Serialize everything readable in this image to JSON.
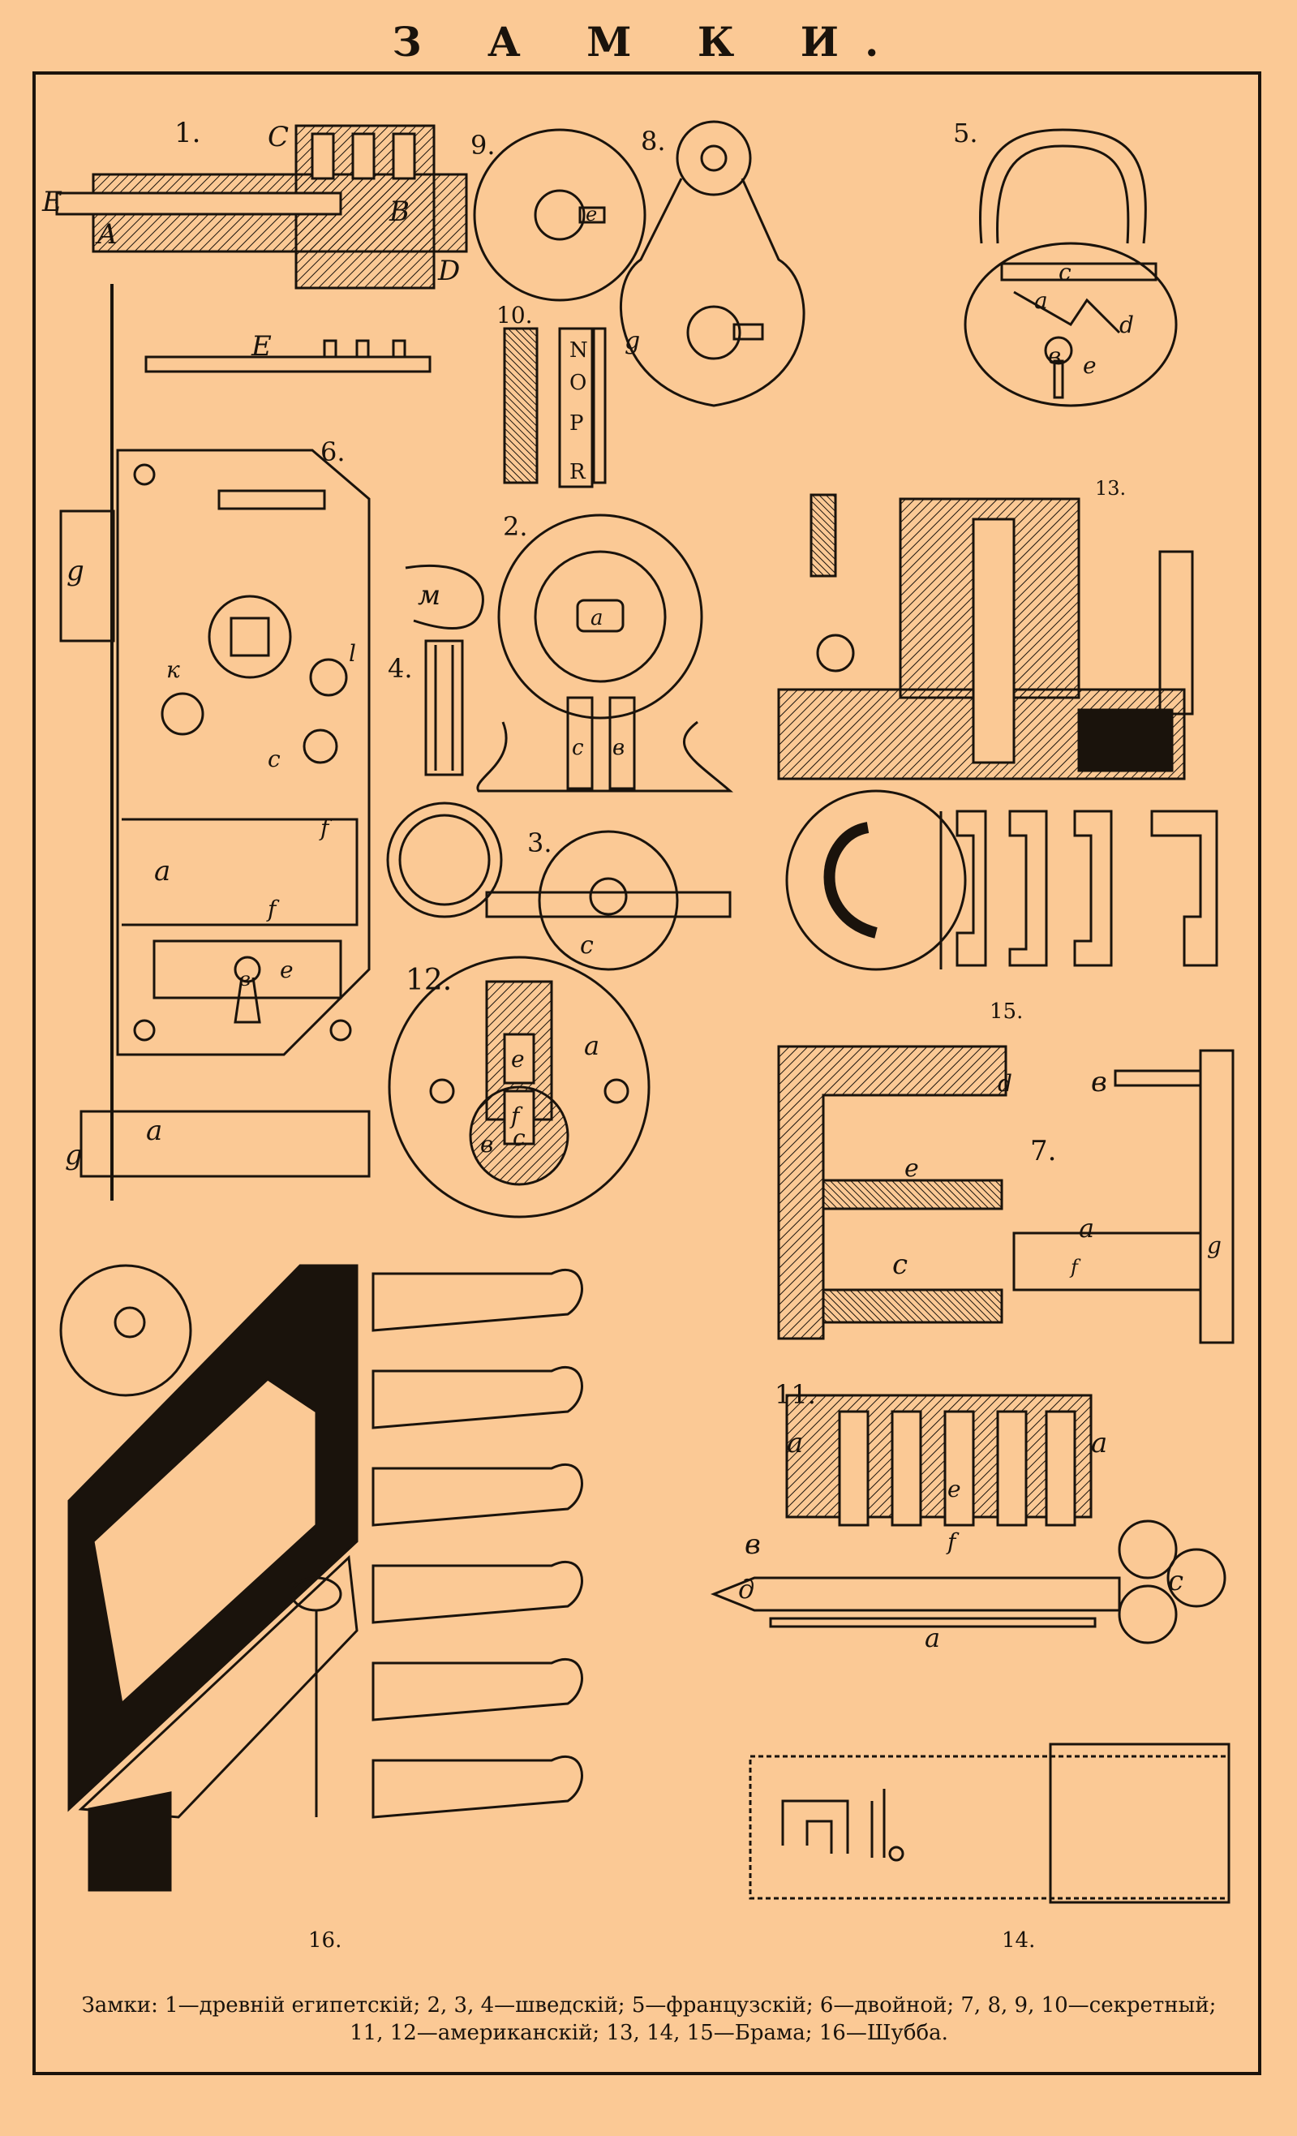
{
  "page": {
    "title": "З А М К И."
  },
  "figures": [
    {
      "id": "fig-1",
      "number": "1.",
      "letters": [
        "C",
        "E",
        "A",
        "B",
        "D"
      ]
    },
    {
      "id": "fig-e-bar",
      "letters": [
        "E"
      ]
    },
    {
      "id": "fig-9",
      "number": "9.",
      "letters": [
        "e"
      ]
    },
    {
      "id": "fig-8",
      "number": "8.",
      "letters": [
        "g"
      ]
    },
    {
      "id": "fig-10",
      "number": "10.",
      "letters": [
        "N",
        "O",
        "P",
        "R"
      ]
    },
    {
      "id": "fig-5",
      "number": "5.",
      "letters": [
        "c",
        "a",
        "d",
        "в",
        "e"
      ]
    },
    {
      "id": "fig-6",
      "number": "6.",
      "letters": [
        "g",
        "м",
        "к",
        "l",
        "c",
        "f",
        "a",
        "f",
        "e",
        "в",
        "a",
        "g"
      ]
    },
    {
      "id": "fig-2",
      "number": "2.",
      "letters": [
        "a",
        "c",
        "в"
      ]
    },
    {
      "id": "fig-4",
      "number": "4."
    },
    {
      "id": "fig-3",
      "number": "3.",
      "letters": [
        "c"
      ]
    },
    {
      "id": "fig-12",
      "number": "12.",
      "letters": [
        "e",
        "a",
        "в",
        "f",
        "c"
      ]
    },
    {
      "id": "fig-13",
      "number": "13."
    },
    {
      "id": "fig-15",
      "number": "15."
    },
    {
      "id": "fig-7",
      "number": "7.",
      "letters": [
        "d",
        "в",
        "e",
        "a",
        "f",
        "g",
        "c"
      ]
    },
    {
      "id": "fig-11",
      "number": "11.",
      "letters": [
        "a",
        "a",
        "e",
        "в",
        "f",
        "c",
        "д",
        "a"
      ]
    },
    {
      "id": "fig-16",
      "number": "16."
    },
    {
      "id": "fig-14",
      "number": "14."
    }
  ],
  "caption": {
    "line1": "Замки: 1—древній египетскій; 2, 3, 4—шведскій; 5—французскій; 6—двойной; 7, 8, 9, 10—секретный;",
    "line2": "11, 12—американскій; 13, 14, 15—Брама; 16—Шубба."
  },
  "colors": {
    "paper": "#fbc995",
    "ink": "#1a130c"
  }
}
